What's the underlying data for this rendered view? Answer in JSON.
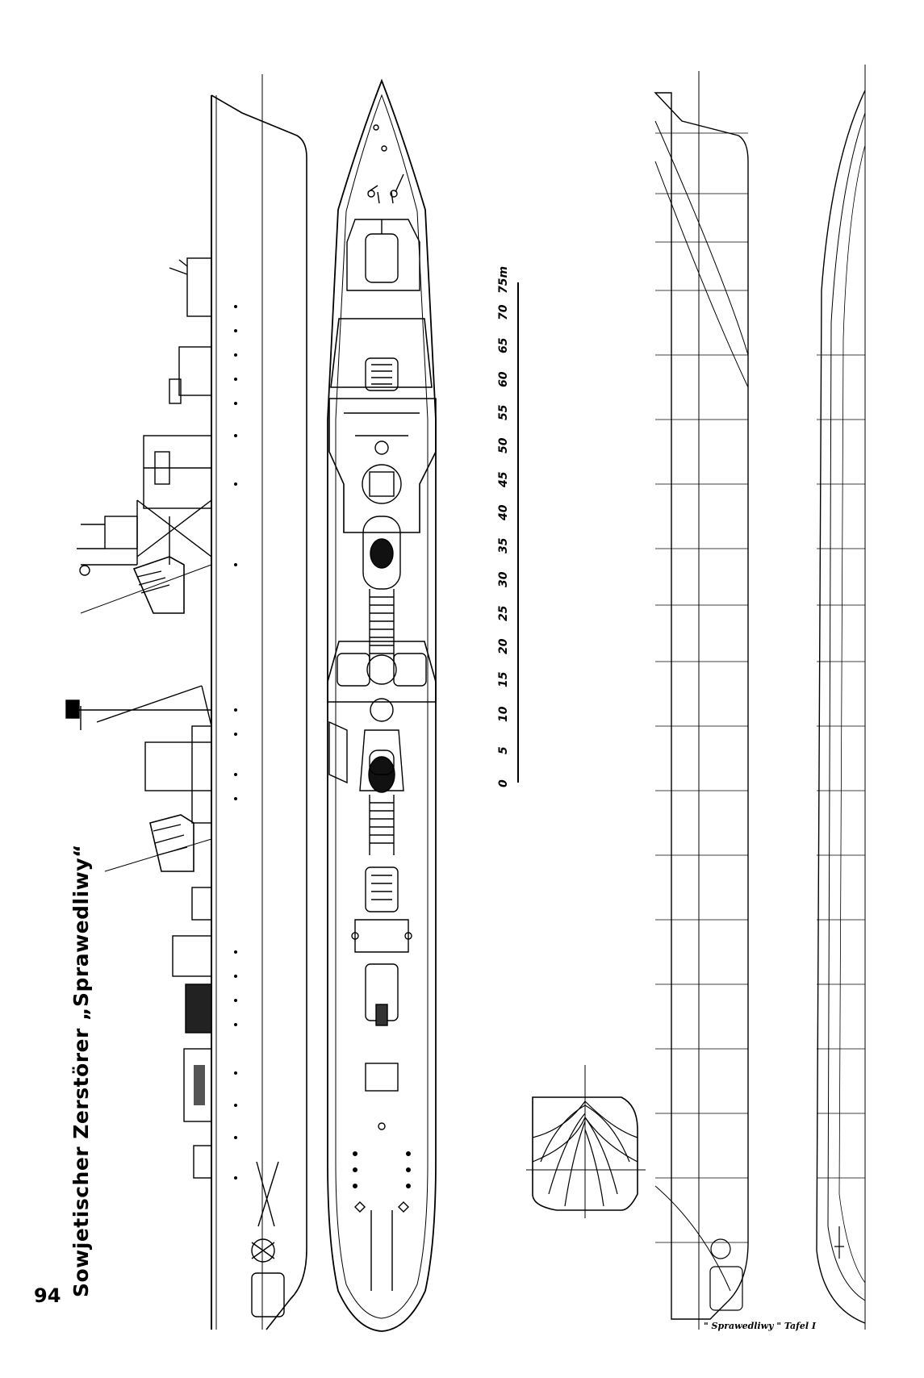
{
  "page": {
    "number": "94",
    "title": "Sowjetischer Zerstörer „Sprawedliwy“",
    "caption": "\" Sprawedliwy \" Tafel I"
  },
  "scale_bar": {
    "ticks": [
      "0",
      "5",
      "10",
      "15",
      "20",
      "25",
      "30",
      "35",
      "40",
      "45",
      "50",
      "55",
      "60",
      "65",
      "70",
      "75m"
    ]
  },
  "drawings": {
    "profile": "side-elevation-drawing",
    "plan": "deck-plan-drawing",
    "lines": "hull-lines-drawing",
    "body_plan": "body-plan-section-drawing"
  }
}
